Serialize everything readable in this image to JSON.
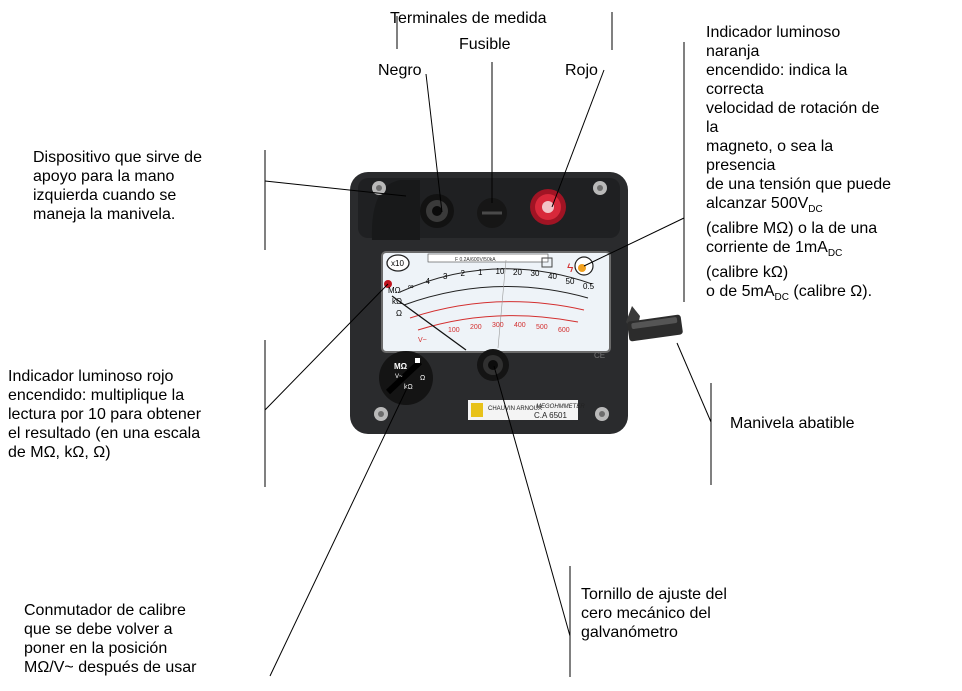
{
  "labels": {
    "terminales": "Terminales de medida",
    "fusible": "Fusible",
    "negro": "Negro",
    "rojo": "Rojo",
    "apoyo": "Dispositivo que sirve de\napoyo para la mano\nizquierda cuando se\nmaneja la manivela.",
    "indicador_rojo": "Indicador luminoso rojo\nencendido: multiplique la\nlectura por 10 para obtener\nel resultado (en una escala\nde MΩ, kΩ, Ω)",
    "conmutador": "Conmutador de calibre\nque se debe volver a\nponer en la posición\nMΩ/V~ después de usar",
    "tornillo": "Tornillo de ajuste del\ncero mecánico del\ngalvanómetro",
    "manivela": "Manivela abatible",
    "naranja_intro": "Indicador luminoso\nnaranja\nencendido: indica la\ncorrecta\nvelocidad de rotación de\nla\nmagneto, o sea la\npresencia\nde una tensión que puede",
    "naranja_l10_a": "alcanzar 500V",
    "naranja_l10_sub": "DC",
    "naranja_l11": "(calibre MΩ) o la de una",
    "naranja_l12_a": "corriente de 1mA",
    "naranja_l12_sub": "DC",
    "naranja_l13": "(calibre kΩ)",
    "naranja_l14_a": "o de 5mA",
    "naranja_l14_sub": "DC",
    "naranja_l14_b": " (calibre Ω)."
  },
  "device": {
    "brand": "CHAUVIN ARNOUX",
    "model": "MEGOHMMETER",
    "model_code": "C.A 6501",
    "x10": "x10",
    "fuse_label": "F 0.2A/600V/50kA",
    "switch_mohm": "MΩ",
    "switch_v": "V~",
    "switch_kohm": "kΩ",
    "switch_ohm": "Ω",
    "scale_label_mohm": "MΩ",
    "scale_label_kohm": "kΩ",
    "scale_label_ohm": "Ω",
    "scale_label_v": "V~",
    "scale_top_ticks": [
      "∞",
      "4",
      "3",
      "2",
      "1",
      "10",
      "20",
      "30",
      "40",
      "50",
      "0.5"
    ],
    "scale_red_ticks": [
      "100",
      "200",
      "300",
      "400",
      "500",
      "600"
    ]
  },
  "colors": {
    "body": "#2a2b2d",
    "red_terminal": "#d8283a",
    "scale_red": "#d32f2f",
    "led_orange": "#f0a020",
    "brand_yellow": "#e8c21a"
  }
}
